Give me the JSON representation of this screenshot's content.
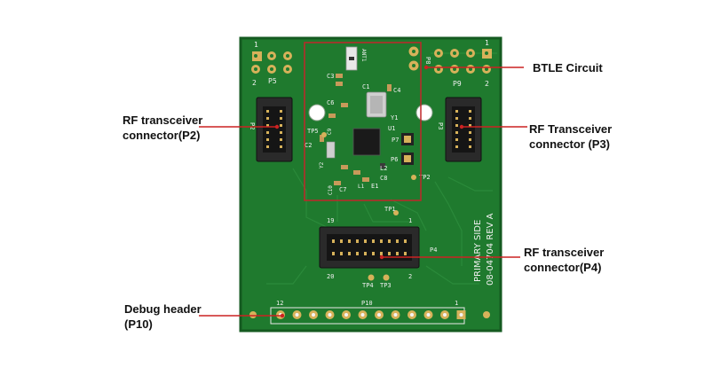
{
  "callouts": {
    "btle": "BTLE Circuit",
    "p2": [
      "RF transceiver",
      "connector(P2)"
    ],
    "p3": [
      "RF Transceiver",
      "connector (P3)"
    ],
    "p4": [
      "RF transceiver",
      "connector(P4)"
    ],
    "p10": [
      "Debug header",
      "(P10)"
    ]
  },
  "silkscreen": {
    "p5": "P5",
    "p5_pin1": "1",
    "p5_pin2": "2",
    "p8": "P8",
    "p9": "P9",
    "p9_pin1": "1",
    "p9_pin2": "2",
    "p2": "P2",
    "p3": "P3",
    "ant1": "ANT1",
    "c1": "C1",
    "c2": "C2",
    "c3": "C3",
    "c4": "C4",
    "c6": "C6",
    "c7": "C7",
    "c8": "C8",
    "c9": "C9",
    "c10": "C10",
    "y1": "Y1",
    "y2": "Y2",
    "u1": "U1",
    "l1": "L1",
    "l2": "L2",
    "e1": "E1",
    "p6": "P6",
    "p7": "P7",
    "tp1": "TP1",
    "tp2": "TP2",
    "tp3": "TP3",
    "tp4": "TP4",
    "tp5": "TP5",
    "p4_19": "19",
    "p4_1": "1",
    "p4_20": "20",
    "p4_2": "2",
    "p4": "P4",
    "p10_12": "12",
    "p10_1": "1",
    "p10": "P10",
    "board_side": "PRIMARY SIDE",
    "board_rev": "08-04704 REV A"
  },
  "colors": {
    "pcb": "#1f7a2e",
    "pcb_dark": "#125c1e",
    "callout_line": "#cc2222",
    "highlight_box": "#c0262a",
    "gold": "#d7b25a",
    "connector": "#2a2a2a"
  }
}
